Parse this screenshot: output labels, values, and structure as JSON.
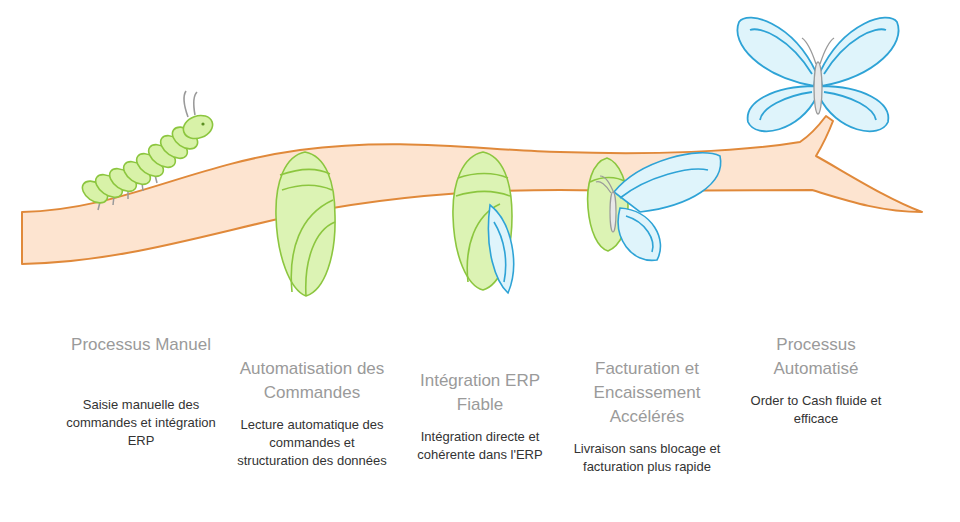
{
  "diagram": {
    "labels": [
      "Processus Manuel",
      "Saisie manuelle des commandes et intégration ERP",
      "Automatisation des Commandes",
      "Lecture automatique des commandes et structuration des données",
      "Intégration ERP Fiable",
      "Intégration directe et cohérente dans l'ERP",
      "Facturation et Encaissement Accélérés",
      "Livraison sans blocage et facturation plus rapide",
      "Processus Automatisé",
      "Order to Cash fluide et efficace"
    ]
  }
}
